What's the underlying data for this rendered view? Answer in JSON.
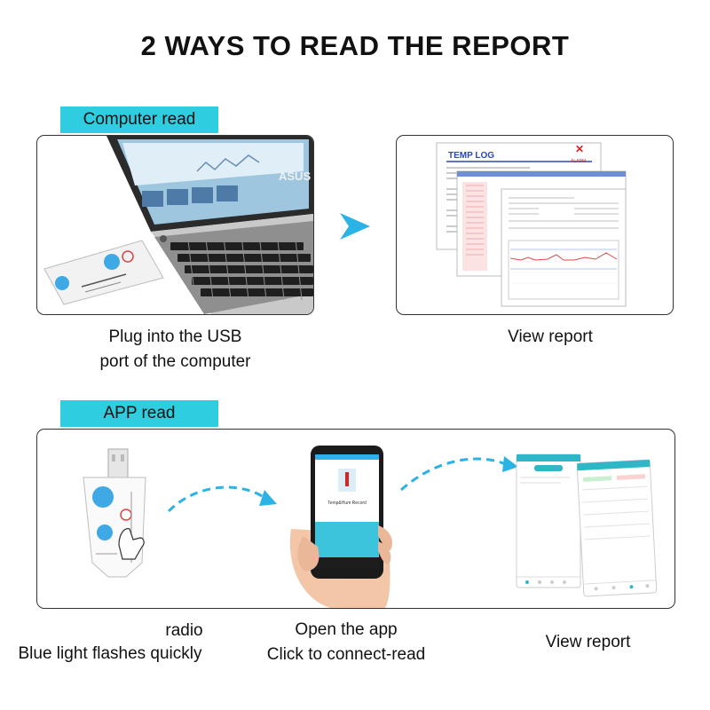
{
  "title": "2 WAYS TO READ THE REPORT",
  "computer_section": {
    "tag": "Computer read",
    "laptop_brand": "ASUS",
    "report_title": "TEMP LOG",
    "report_stamp": "ALARM",
    "caption_left_line1": "Plug into the USB",
    "caption_left_line2": "port of the computer",
    "caption_right": "View report"
  },
  "app_section": {
    "tag": "APP read",
    "phone_screen_text": "Temp&Hum Record",
    "caption_left_line1": "radio",
    "caption_left_line2": "Blue light flashes quickly",
    "caption_middle_line1": "Open the app",
    "caption_middle_line2": "Click to connect-read",
    "caption_right": "View report"
  },
  "colors": {
    "accent": "#2ecde0",
    "arrow": "#2bb3e6",
    "text": "#111111"
  }
}
